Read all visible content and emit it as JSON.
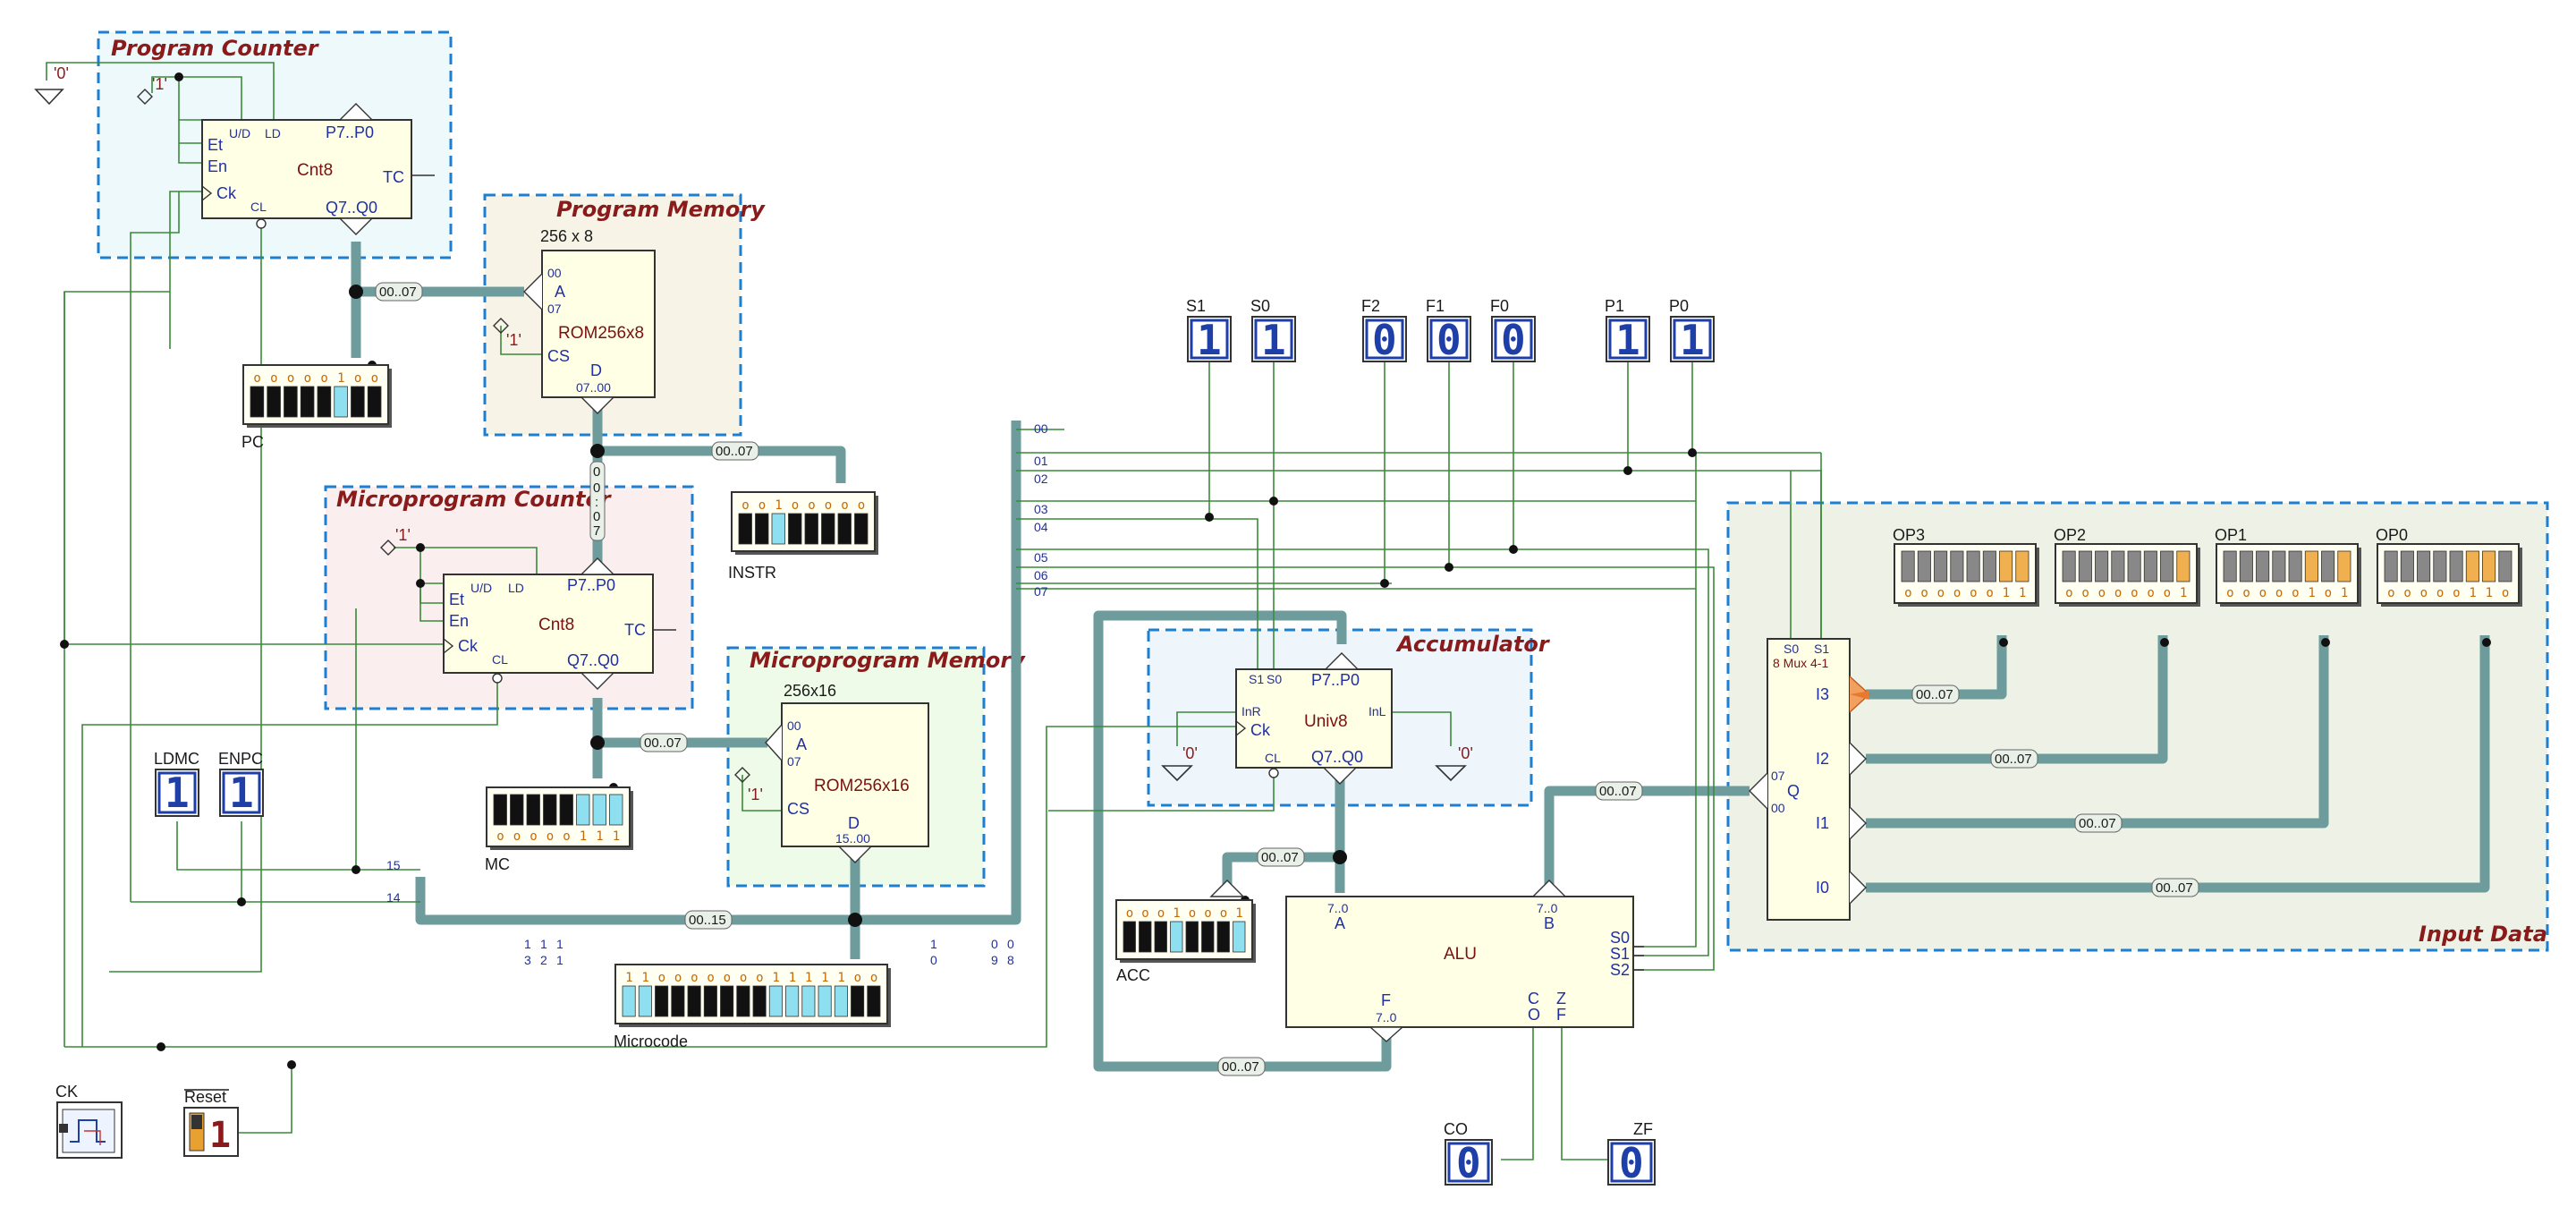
{
  "frames": {
    "program_counter": "Program Counter",
    "program_memory": "Program Memory",
    "microprogram_counter": "Microprogram Counter",
    "microprogram_memory": "Microprogram Memory",
    "accumulator": "Accumulator",
    "input_data": "Input Data"
  },
  "chips": {
    "pc_counter": {
      "name": "Cnt8",
      "pins": [
        "U/D",
        "LD",
        "P7..P0",
        "Et",
        "En",
        "Ck",
        "TC",
        "CL",
        "Q7..Q0"
      ]
    },
    "rom8": {
      "size": "256 x 8",
      "name": "ROM256x8",
      "pins": [
        "00",
        "A",
        "07",
        "CS",
        "D",
        "07..00"
      ]
    },
    "mpc_counter": {
      "name": "Cnt8",
      "pins": [
        "U/D",
        "LD",
        "P7..P0",
        "Et",
        "En",
        "Ck",
        "TC",
        "CL",
        "Q7..Q0"
      ]
    },
    "rom16": {
      "size": "256x16",
      "name": "ROM256x16",
      "pins": [
        "00",
        "A",
        "07",
        "CS",
        "D",
        "15..00"
      ]
    },
    "acc": {
      "name": "Univ8",
      "pins": [
        "S1",
        "S0",
        "P7..P0",
        "InR",
        "Ck",
        "InL",
        "CL",
        "Q7..Q0"
      ]
    },
    "alu": {
      "name": "ALU",
      "pins": [
        "7..0",
        "A",
        "7..0",
        "B",
        "S0",
        "S1",
        "S2",
        "F",
        "7..0",
        "C",
        "O",
        "Z",
        "F"
      ]
    },
    "mux": {
      "name": "8 Mux 4-1",
      "pins": [
        "S0",
        "S1",
        "I3",
        "I2",
        "I1",
        "I0",
        "Q",
        "07",
        "00"
      ]
    }
  },
  "constants": {
    "zero": "'0'",
    "one": "'1'"
  },
  "switches": {
    "S1": {
      "label": "S1",
      "value": "1"
    },
    "S0": {
      "label": "S0",
      "value": "1"
    },
    "F2": {
      "label": "F2",
      "value": "0"
    },
    "F1": {
      "label": "F1",
      "value": "0"
    },
    "F0": {
      "label": "F0",
      "value": "0"
    },
    "P1": {
      "label": "P1",
      "value": "1"
    },
    "P0": {
      "label": "P0",
      "value": "1"
    },
    "LDMC": {
      "label": "LDMC",
      "value": "1"
    },
    "ENPC": {
      "label": "ENPC",
      "value": "1"
    },
    "CO": {
      "label": "CO",
      "value": "0"
    },
    "ZF": {
      "label": "ZF",
      "value": "0"
    },
    "Reset": {
      "label": "Reset",
      "value": "1"
    },
    "CK": {
      "label": "CK"
    }
  },
  "displays": {
    "PC": {
      "label": "PC",
      "bits": "00000100"
    },
    "INSTR": {
      "label": "INSTR",
      "bits": "00100000"
    },
    "MC": {
      "label": "MC",
      "bits": "00000111"
    },
    "ACC": {
      "label": "ACC",
      "bits": "00010001"
    },
    "Microcode": {
      "label": "Microcode",
      "bits": "1100000001111100"
    },
    "OP3": {
      "label": "OP3",
      "bits": "00000011"
    },
    "OP2": {
      "label": "OP2",
      "bits": "00000001"
    },
    "OP1": {
      "label": "OP1",
      "bits": "00000101"
    },
    "OP0": {
      "label": "OP0",
      "bits": "00000110"
    }
  },
  "bus_tags": {
    "b1": "00..07",
    "b2": "00..07",
    "b3": "00..07",
    "b4": "00..07",
    "b5": "00..07",
    "b6": "00..07",
    "b7": "00..07",
    "b8": "00..07",
    "b9": "00..07",
    "b10": "00..07",
    "b11": "00..15",
    "v": [
      "0",
      "0",
      ":",
      "0",
      "7"
    ]
  },
  "control_lines": [
    "00",
    "01",
    "02",
    "03",
    "04",
    "05",
    "06",
    "07"
  ],
  "ucode_lines": [
    "15",
    "14"
  ],
  "bottom_ticks": [
    "1",
    "3",
    "1",
    "2",
    "1",
    "1",
    "1",
    "0",
    "0",
    "9",
    "0",
    "8"
  ]
}
